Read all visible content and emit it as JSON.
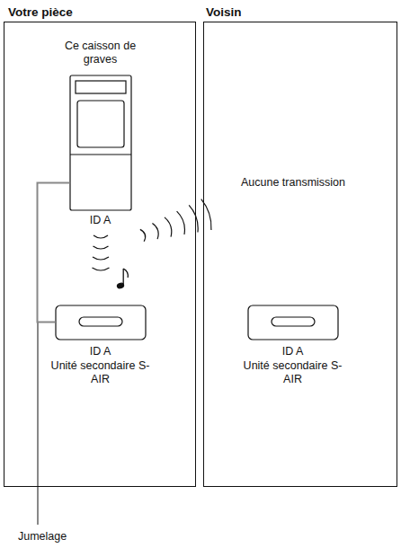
{
  "diagram": {
    "nodes": [
      {
        "text": [
          "Votre pièce"
        ]
      },
      {
        "text": [
          "Ce caisson de graves",
          "ID A"
        ],
        "in": 0
      },
      {
        "text": [
          "ID A",
          "Unité secondaire S-AIR"
        ],
        "in": 0
      },
      {
        "text": [
          "Voisin"
        ]
      },
      {
        "text": [
          "ID A",
          "Unité secondaire S-AIR"
        ],
        "in": 3
      }
    ],
    "edges": [
      {
        "from": 1,
        "to": 2,
        "label": "Jumelage",
        "arrow": "none"
      }
    ],
    "labels": [
      "Aucune transmission"
    ]
  }
}
